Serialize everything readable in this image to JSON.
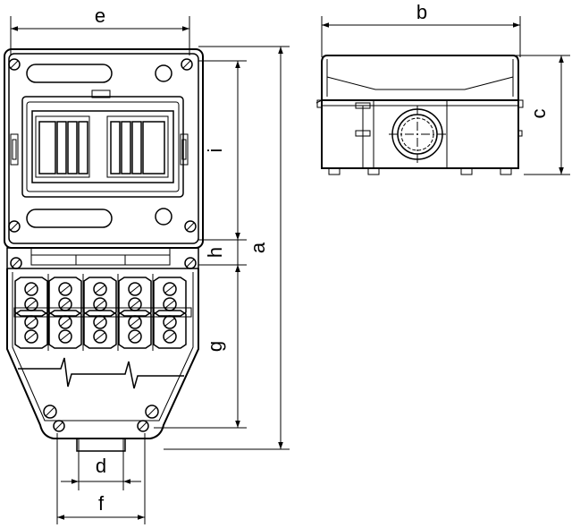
{
  "dimensions": {
    "e": "e",
    "b": "b",
    "c": "c",
    "i": "i",
    "h": "h",
    "a": "a",
    "g": "g",
    "d": "d",
    "f": "f"
  }
}
